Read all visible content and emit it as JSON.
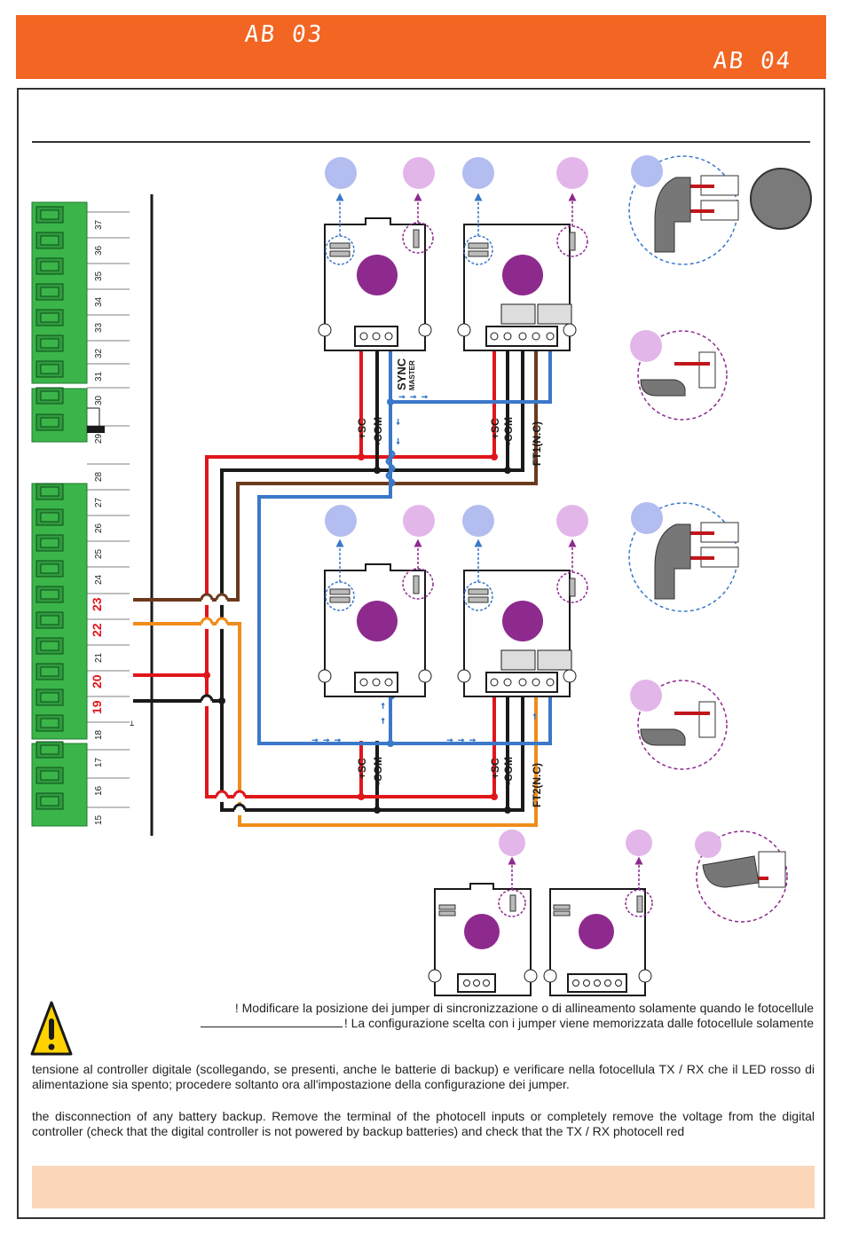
{
  "header": {
    "code_left": "AB 03",
    "code_right": "AB 04",
    "bg_color": "#f26522"
  },
  "terminal_block": {
    "numbers": [
      "37",
      "36",
      "35",
      "34",
      "33",
      "32",
      "31",
      "30",
      "29",
      "28",
      "27",
      "26",
      "25",
      "24",
      "23",
      "22",
      "21",
      "20",
      "19",
      "18",
      "17",
      "16",
      "15"
    ],
    "highlighted": [
      "23",
      "22",
      "20",
      "19"
    ],
    "highlight_color": "#e0161b"
  },
  "labels": {
    "sc": "+SC",
    "com": "-COM",
    "sync": "SYNC",
    "master": "MASTER",
    "ft1": "FT1(N.C)",
    "ft2": "FT2(N.C)"
  },
  "wire_colors": {
    "red": "#e0161b",
    "black": "#1a1a1a",
    "blue": "#3a78c9",
    "brown": "#6b3a1e",
    "orange": "#f08c1a"
  },
  "icons": {
    "warning": "warning-triangle-icon",
    "photocell_board": "photocell-board-icon",
    "jumper": "jumper-connector-icon"
  },
  "notes": {
    "warning_line1": "! Modificare la posizione dei jumper di sincronizzazione o di allineamento solamente quando le fotocellule",
    "warning_line2": "! La configurazione scelta con i jumper viene memorizzata dalle fotocellule solamente",
    "paragraph_it": "tensione al controller digitale (scollegando, se presenti, anche le batterie di backup) e verificare nella fotocellula TX / RX che il LED rosso di alimentazione sia spento; procedere soltanto ora all'impostazione della configurazione dei jumper.",
    "paragraph_en": "the disconnection of any battery backup.  Remove the terminal of the photocell inputs or completely remove the voltage from the digital controller (check that the digital controller is not powered by backup batteries) and check that the TX / RX photocell red"
  },
  "footer": {
    "bar_color": "#fcd6b8"
  }
}
